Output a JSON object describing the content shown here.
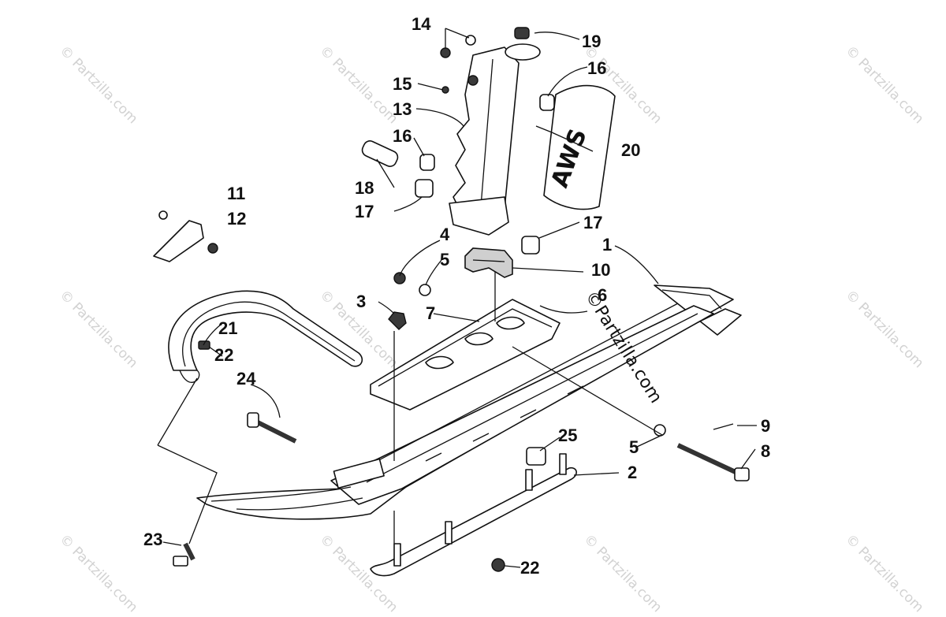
{
  "diagram": {
    "watermark_text": "© Partzilla.com",
    "brand_mark": "©Partzilla.com",
    "decal_text": "AWS",
    "labels": {
      "p1": "1",
      "p2": "2",
      "p3": "3",
      "p4": "4",
      "p5a": "5",
      "p5b": "5",
      "p6": "6",
      "p7": "7",
      "p8": "8",
      "p9": "9",
      "p10": "10",
      "p11": "11",
      "p12": "12",
      "p13": "13",
      "p14": "14",
      "p15": "15",
      "p16a": "16",
      "p16b": "16",
      "p17a": "17",
      "p17b": "17",
      "p18": "18",
      "p19": "19",
      "p20": "20",
      "p21": "21",
      "p22a": "22",
      "p22b": "22",
      "p23": "23",
      "p24": "24",
      "p25": "25"
    }
  }
}
